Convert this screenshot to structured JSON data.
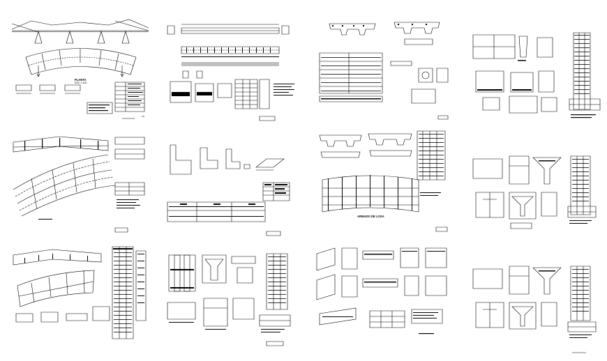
{
  "colors": {
    "ink": "#000000",
    "paper": "#ffffff"
  },
  "sheets": [
    {
      "id": "s1",
      "labels": {
        "plan": "PLANTA",
        "scale": "ESC 1:100"
      }
    },
    {
      "id": "s2",
      "labels": {}
    },
    {
      "id": "s3",
      "labels": {}
    },
    {
      "id": "s4",
      "labels": {}
    },
    {
      "id": "s5",
      "labels": {}
    },
    {
      "id": "s6",
      "labels": {}
    },
    {
      "id": "s7",
      "labels": {
        "slab": "ARMADO DE LOSA"
      }
    },
    {
      "id": "s8",
      "labels": {}
    },
    {
      "id": "s9",
      "labels": {}
    },
    {
      "id": "s10",
      "labels": {}
    },
    {
      "id": "s11",
      "labels": {}
    },
    {
      "id": "s12",
      "labels": {}
    }
  ]
}
